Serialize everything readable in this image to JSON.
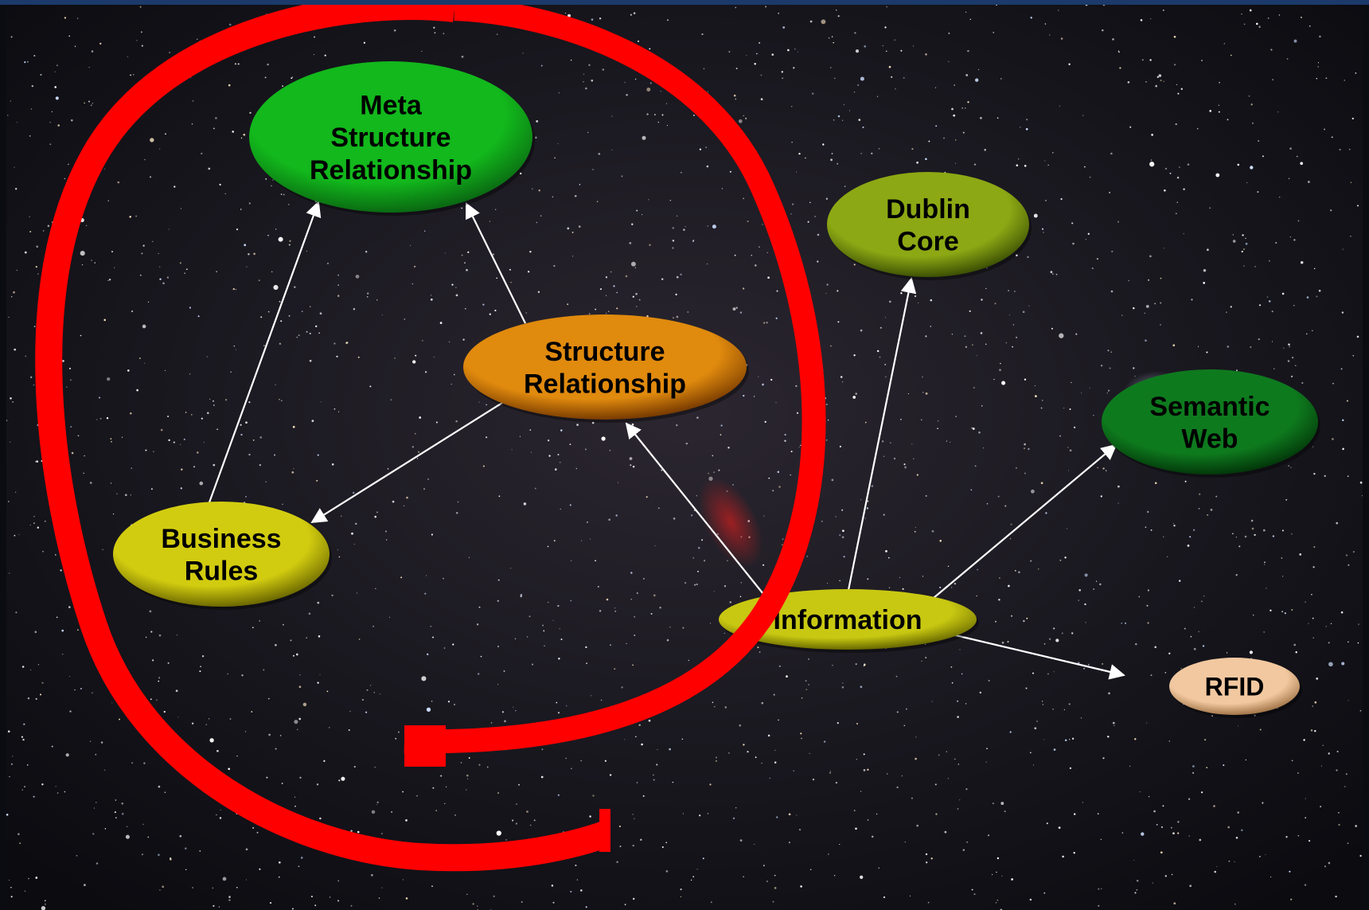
{
  "diagram": {
    "nodes": [
      {
        "id": "meta",
        "lines": [
          "Meta",
          "Structure",
          "Relationship"
        ],
        "color": "#12b81c",
        "shade": "#0a6a12"
      },
      {
        "id": "structure",
        "lines": [
          "Structure",
          "Relationship"
        ],
        "color": "#e08a0e",
        "shade": "#7a3c00"
      },
      {
        "id": "business",
        "lines": [
          "Business",
          "Rules"
        ],
        "color": "#d2cc10",
        "shade": "#6e6a00"
      },
      {
        "id": "dublin",
        "lines": [
          "Dublin",
          "Core"
        ],
        "color": "#8ca814",
        "shade": "#3e5204"
      },
      {
        "id": "information",
        "lines": [
          "Information"
        ],
        "color": "#c8c812",
        "shade": "#6a6a00"
      },
      {
        "id": "semantic",
        "lines": [
          "Semantic",
          "Web"
        ],
        "color": "#0e7a1e",
        "shade": "#03380a"
      },
      {
        "id": "rfid",
        "lines": [
          "RFID"
        ],
        "color": "#f2c8a0",
        "shade": "#a4774a"
      }
    ],
    "edges": [
      {
        "from": "business",
        "to": "meta"
      },
      {
        "from": "structure",
        "to": "meta"
      },
      {
        "from": "structure",
        "to": "business"
      },
      {
        "from": "information",
        "to": "structure"
      },
      {
        "from": "information",
        "to": "dublin"
      },
      {
        "from": "information",
        "to": "semantic"
      },
      {
        "from": "information",
        "to": "rfid"
      }
    ],
    "highlight_color": "#ff0000",
    "arrow_color": "#ffffff",
    "background": "starfield"
  }
}
